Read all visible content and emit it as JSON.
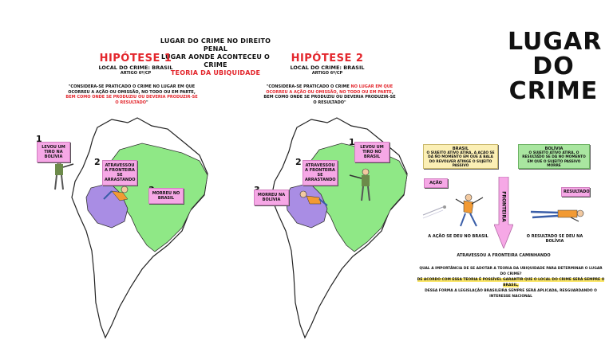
{
  "header": {
    "line1_a": "LUGAR DO CRIME",
    "line1_b": " NO DIREITO PENAL",
    "line2": "LUGAR AONDE ACONTECEU O CRIME",
    "line3": "TEORIA DA UBIQUIDADE"
  },
  "main_title": {
    "line1": "LUGAR",
    "line2": "DO",
    "line3": "CRIME"
  },
  "hyp1": {
    "title": "HIPÓTESE 1",
    "local": "LOCAL DO CRIME: BRASIL",
    "artigo": "ARTIGO 6º/CP",
    "quote_a": "\"CONSIDERA-SE PRATICADO O CRIME NO LUGAR EM QUE OCORREU A AÇÃO OU OMISSÃO, NO TODO OU EM PARTE, ",
    "quote_b": "BEM COMO ONDE SE PRODUZIU OU DEVERIA PRODUZIR-SE O RESULTADO",
    "quote_c": "\"",
    "step1_num": "1",
    "step1": "LEVOU UM TIRO NA BOLÍVIA",
    "step2_num": "2",
    "step2": "ATRAVESSOU A FRONTEIRA SE ARRASTANDO",
    "step3_num": "3",
    "step3": "MORREU NO BRASIL"
  },
  "hyp2": {
    "title": "HIPÓTESE 2",
    "local": "LOCAL DO CRIME: BRASIL",
    "artigo": "ARTIGO 6º/CP",
    "quote_a": "\"CONSIDERA-SE PRATICADO O CRIME ",
    "quote_b": "NO LUGAR EM QUE OCORREU A AÇÃO OU OMISSÃO, NO TODO OU EM PARTE",
    "quote_c": ", BEM COMO ONDE SE PRODUZIU OU DEVERIA PRODUZIR-SE O RESULTADO\"",
    "step1_num": "1",
    "step1": "LEVOU UM TIRO NO BRASIL",
    "step2_num": "2",
    "step2": "ATRAVESSOU A FRONTEIRA SE ARRASTANDO",
    "step3_num": "3",
    "step3": "MORREU NA BOLÍVIA"
  },
  "diagram": {
    "brasil_title": "BRASIL",
    "brasil_text": "O SUJEITO ATIVO ATIRA, A AÇÃO SE DÁ NO MOMENTO EM QUE A BALA DO REVÓLVER ATINGE O SUJEITO PASSIVO",
    "bolivia_title": "BOLÍVIA",
    "bolivia_text": "O SUJEITO ATIVO ATIRA, O RESULTADO SE DÁ NO MOMENTO EM QUE O SUJEITO PASSIVO MORRE",
    "acao": "AÇÃO",
    "resultado": "RESULTADO",
    "fronteira": "FRONTEIRA",
    "acao_caption": "A AÇÃO SE DEU NO BRASIL",
    "resultado_caption": "O RESULTADO SE DEU NA BOLÍVIA",
    "atravessou": "ATRAVESSOU A FRONTEIRA CAMINHANDO"
  },
  "question": {
    "line1": "QUAL A IMPORTÂNCIA DE SE ADOTAR A TEORIA DA UBIQUIDADE PARA DETERMINAR O LUGAR DO CRIME?",
    "line2": "DE ACORDO COM ESSA TEORIA É POSSÍVEL GARANTIR QUE O LOCAL DO CRIME SERÁ SEMPRE O BRASIL,",
    "line3": "DESSA FORMA A LEGISLAÇÃO BRASILEIRA SEMPRE SERÁ APLICADA, RESGUARDANDO O INTERESSE NACIONAL"
  },
  "colors": {
    "red": "#e3262c",
    "pink": "#f6a8e6",
    "brazil_green": "#8fe886",
    "bolivia_purple": "#a98de4",
    "arrow_pink": "#f6a8e6",
    "yellow": "#fbefb5"
  }
}
